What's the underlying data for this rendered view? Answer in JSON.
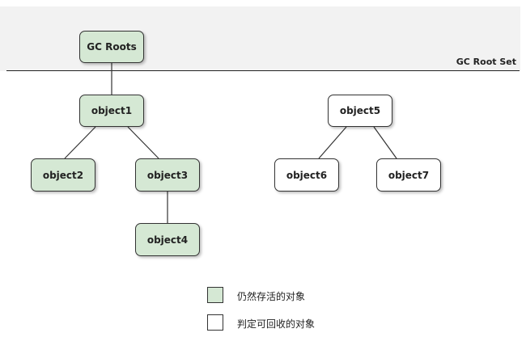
{
  "root_set": {
    "label": "GC Root Set"
  },
  "nodes": {
    "gc_roots": "GC Roots",
    "object1": "object1",
    "object2": "object2",
    "object3": "object3",
    "object4": "object4",
    "object5": "object5",
    "object6": "object6",
    "object7": "object7"
  },
  "legend": {
    "alive_label": "仍然存活的对象",
    "dead_label": "判定可回收的对象"
  },
  "colors": {
    "alive_fill": "#d5e8d4",
    "dead_fill": "#ffffff",
    "stroke": "#333333"
  }
}
